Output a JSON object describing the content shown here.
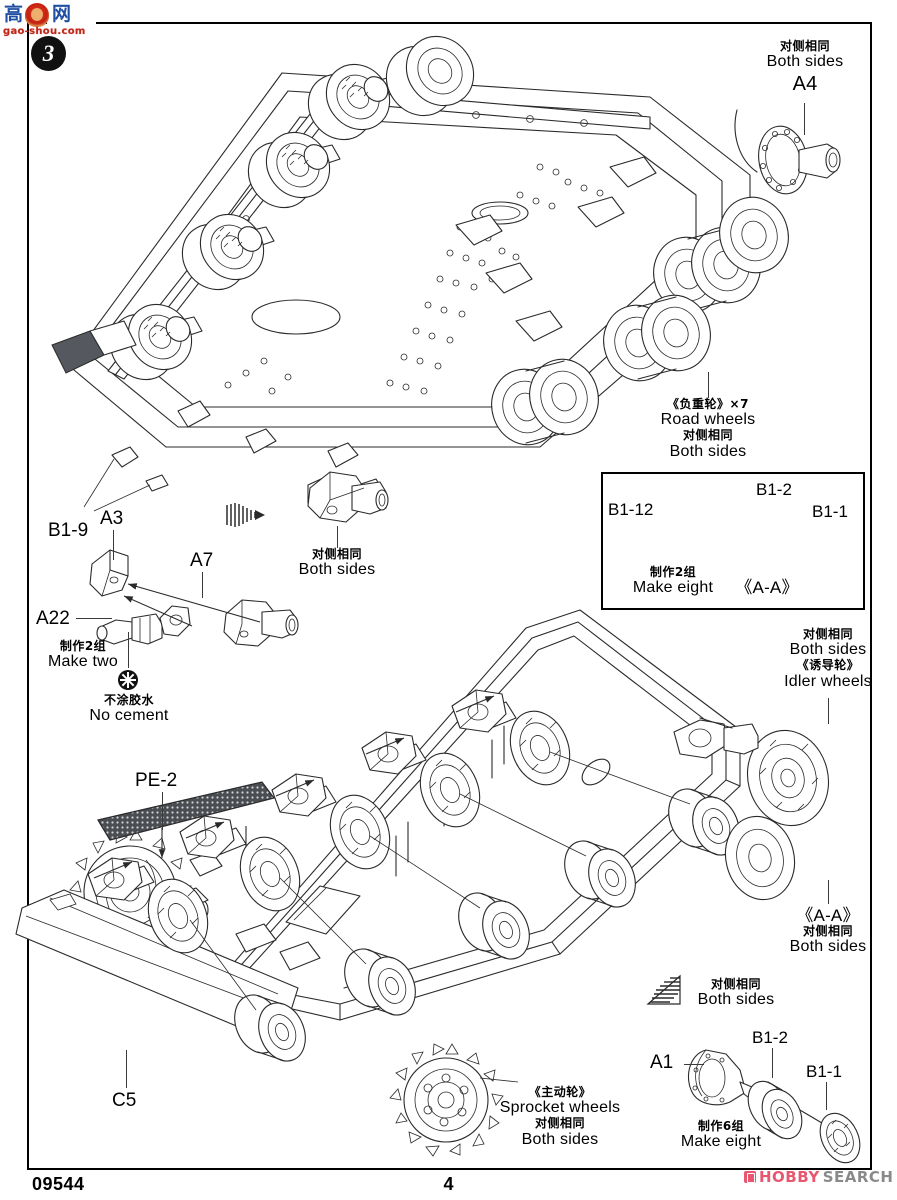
{
  "document": {
    "kit_number": "09544",
    "page_number": "4",
    "step_number": "3"
  },
  "watermarks": {
    "gaoshou": {
      "char_left": "高",
      "char_right": "网",
      "url": "gao-shou.com",
      "emblem_name": "red-seal-emblem"
    },
    "hobby_search": {
      "primary": "HOBBY",
      "secondary": "SEARCH",
      "primary_color": "#e8566f",
      "secondary_color": "#8a8a8a"
    }
  },
  "callouts": {
    "a4_hub": {
      "cn": "对侧相同",
      "en": "Both sides",
      "part": "A4"
    },
    "road_wheels": {
      "cn_title": "《负重轮》×7",
      "en_title": "Road  wheels",
      "cn_sub": "对侧相同",
      "en_sub": "Both sides"
    },
    "upper_suspension_both": {
      "cn": "对侧相同",
      "en": "Both sides"
    },
    "idler_wheels": {
      "cn_sub": "对侧相同",
      "en_sub": "Both sides",
      "cn_title": "《诱导轮》",
      "en_title": "Idler wheels"
    },
    "aa_both_sides": {
      "section": "《A-A》",
      "cn": "对侧相同",
      "en": "Both sides"
    },
    "lower_both_sides": {
      "cn": "对侧相同",
      "en": "Both sides"
    },
    "sprocket_wheels": {
      "cn_title": "《主动轮》",
      "en_title": "Sprocket wheels",
      "cn_sub": "对侧相同",
      "en_sub": "Both sides"
    },
    "no_cement": {
      "cn": "不涂胶水",
      "en": "No cement",
      "icon": "no-cement-starburst-icon"
    },
    "make_two": {
      "cn": "制作2组",
      "en": "Make two"
    }
  },
  "part_labels": {
    "upper_assembly": {
      "a4": "A4",
      "b1_9": "B1-9",
      "a3": "A3",
      "a7": "A7",
      "a22": "A22"
    },
    "lower_assembly": {
      "pe_2": "PE-2",
      "c5": "C5"
    }
  },
  "inset_top": {
    "name": "road-wheel-subassembly",
    "parts": {
      "b1_12": "B1-12",
      "b1_2": "B1-2",
      "b1_1": "B1-1"
    },
    "cn_quantity": "制作2组",
    "en_quantity": "Make eight",
    "section": "《A-A》"
  },
  "inset_bottom": {
    "name": "lower-road-wheel-subassembly",
    "parts": {
      "a1": "A1",
      "b1_2": "B1-2",
      "b1_1": "B1-1"
    },
    "cn_quantity": "制作6组",
    "en_quantity": "Make eight"
  },
  "colors": {
    "line": "#2a2a2a",
    "dark_part": "#55585e",
    "frame": "#000000"
  }
}
